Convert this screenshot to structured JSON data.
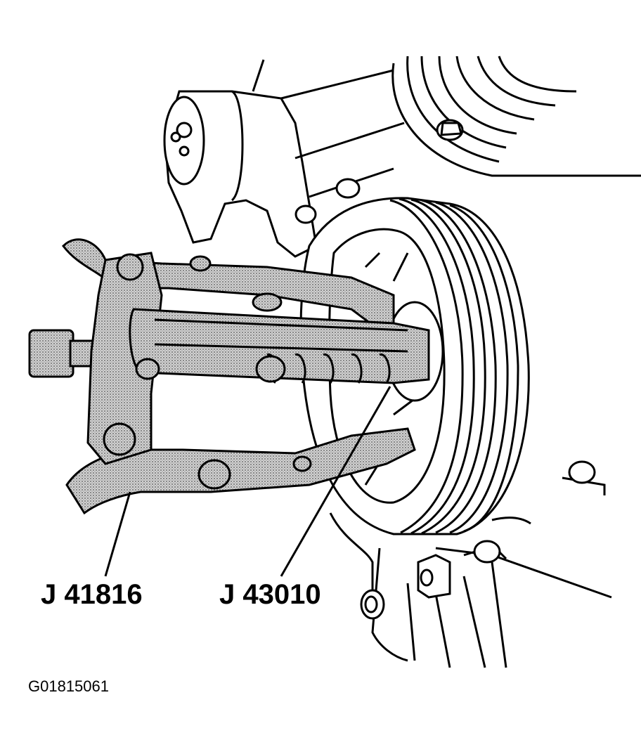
{
  "callouts": [
    {
      "id": "puller",
      "text": "J 41816"
    },
    {
      "id": "adapter",
      "text": "J 43010"
    }
  ],
  "figure_id": "G01815061",
  "colors": {
    "ink": "#000000",
    "paper": "#ffffff",
    "shade": "#9a9a9a"
  }
}
